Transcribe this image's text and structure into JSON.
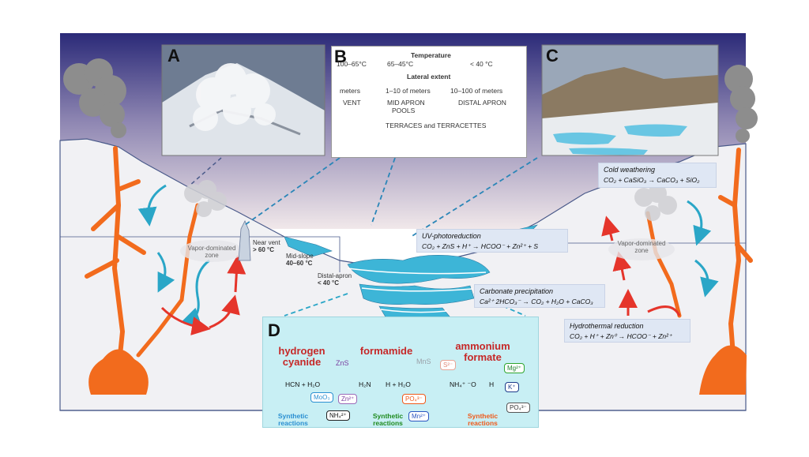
{
  "panels": {
    "A": {
      "letter": "A"
    },
    "B": {
      "letter": "B",
      "temperature_heading": "Temperature",
      "temps": [
        "100–65°C",
        "65–45°C",
        "< 40 °C"
      ],
      "lateral_heading": "Lateral extent",
      "extents": [
        "meters",
        "1–10 of meters",
        "10–100 of meters"
      ],
      "zones": [
        "VENT",
        "MID APRON",
        "POOLS",
        "DISTAL APRON"
      ],
      "terraces": "TERRACES and TERRACETTES"
    },
    "C": {
      "letter": "C"
    },
    "D": {
      "letter": "D",
      "compounds": {
        "hcn_line1": "hydrogen",
        "hcn_line2": "cyanide",
        "formamide": "formamide",
        "af_line1": "ammonium",
        "af_line2": "formate"
      },
      "reactions": {
        "hcn": "HCN + H₂O",
        "formamide": "H₂N",
        "formamide_h": "H + H₂O",
        "ammonium": "NH₄⁺ ⁻O",
        "ammonium_h": "H"
      },
      "catalysts": {
        "zns": "ZnS",
        "mns": "MnS",
        "s2": "S²⁻"
      },
      "ions": {
        "moo": "MoO₃",
        "zn": "Zn²⁺",
        "nh4": "NH₄²⁺",
        "po4a": "PO₄³⁻",
        "mn": "Mn²⁺",
        "mg": "Mg²⁺",
        "k": "K⁺",
        "po4b": "PO₄³⁻"
      },
      "synthetic": {
        "line1": "Synthetic",
        "line2": "reactions"
      }
    }
  },
  "equations": {
    "cold": {
      "title": "Cold weathering",
      "text": "CO₂ + CaSiO₃ → CaCO₃ + SiO₂"
    },
    "uv": {
      "title": "UV-photoreduction",
      "text": "CO₂ + ZnS + H⁺ → HCOO⁻ + Zn²⁺ + S"
    },
    "carb": {
      "title": "Carbonate precipitation",
      "text": "Ca²⁺ 2HCO₃⁻ → CO₂ + H₂O + CaCO₃"
    },
    "hydro": {
      "title": "Hydrothermal reduction",
      "text": "CO₂ + H⁺ + Zn⁰ → HCOO⁻ + Zn²⁺"
    }
  },
  "zones": {
    "vapor_left": {
      "line1": "Vapor-dominated",
      "line2": "zone"
    },
    "vapor_right": {
      "line1": "Vapor-dominated",
      "line2": "zone"
    },
    "near_vent": {
      "line1": "Near vent",
      "line2": "> 60 °C"
    },
    "mid_slope": {
      "line1": "Mid-slope",
      "line2": "40–60 °C"
    },
    "distal_apron": {
      "line1": "Distal-apron",
      "line2": "< 40 °C"
    }
  },
  "colors": {
    "sky_top": "#2b2a78",
    "sky_bottom": "#ece6ef",
    "magma": "#f26b1d",
    "water": "#2aa6c7",
    "heat": "#e5352b",
    "panel_d_bg": "#c8eff4",
    "compound": "#c62828"
  }
}
